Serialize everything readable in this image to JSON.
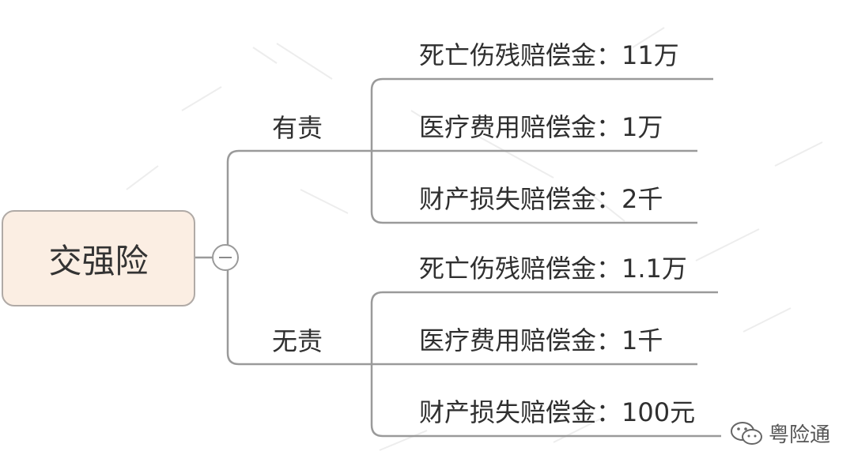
{
  "root": {
    "label": "交强险"
  },
  "branches": [
    {
      "label": "有责",
      "leaves": [
        {
          "label": "死亡伤残赔偿金：11万"
        },
        {
          "label": "医疗费用赔偿金：1万"
        },
        {
          "label": "财产损失赔偿金：2千"
        }
      ]
    },
    {
      "label": "无责",
      "leaves": [
        {
          "label": "死亡伤残赔偿金：1.1万"
        },
        {
          "label": "医疗费用赔偿金：1千"
        },
        {
          "label": "财产损失赔偿金：100元"
        }
      ]
    }
  ],
  "watermark": {
    "text": "粤险通",
    "icon": "wechat-icon"
  },
  "colors": {
    "root_fill": "#fbeee3",
    "root_border": "#b0aaa6",
    "line": "#9a9a9a"
  }
}
